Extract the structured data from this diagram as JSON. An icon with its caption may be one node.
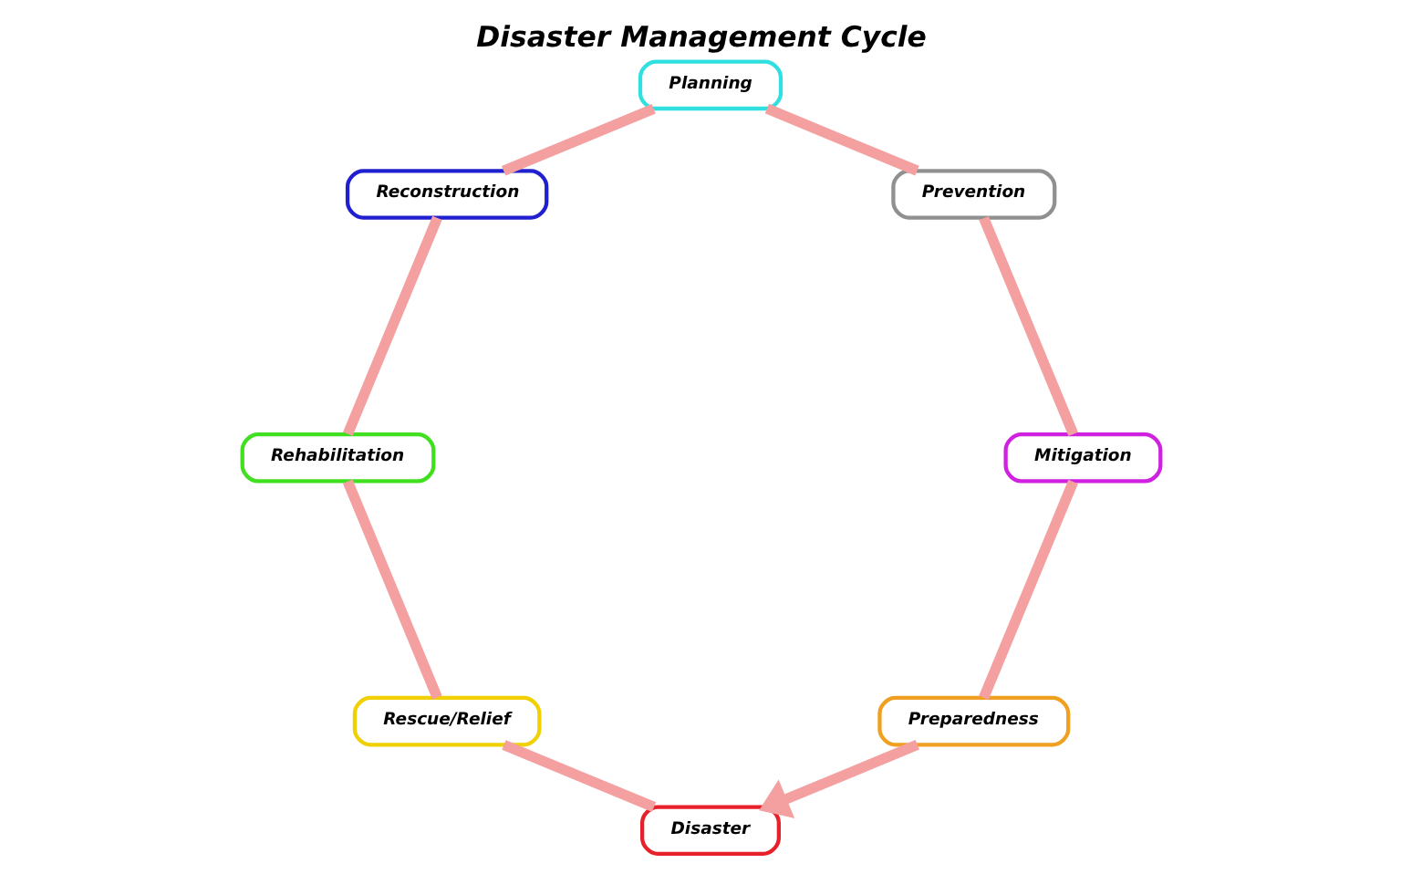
{
  "diagram": {
    "title": "Disaster Management Cycle",
    "nodes": [
      {
        "text": [
          "Preparedness"
        ]
      },
      {
        "text": [
          "Disaster"
        ]
      },
      {
        "text": [
          "Rescue/Relief"
        ]
      },
      {
        "text": [
          "Rehabilitation"
        ]
      },
      {
        "text": [
          "Reconstruction"
        ]
      },
      {
        "text": [
          "Planning"
        ]
      },
      {
        "text": [
          "Prevention"
        ]
      },
      {
        "text": [
          "Mitigation"
        ]
      }
    ],
    "edges": [
      {
        "from": 0,
        "to": 1,
        "arrow": "to"
      },
      {
        "from": 1,
        "to": 2,
        "arrow": "none"
      },
      {
        "from": 2,
        "to": 3,
        "arrow": "none"
      },
      {
        "from": 3,
        "to": 4,
        "arrow": "none"
      },
      {
        "from": 4,
        "to": 5,
        "arrow": "none"
      },
      {
        "from": 5,
        "to": 6,
        "arrow": "none"
      },
      {
        "from": 6,
        "to": 7,
        "arrow": "none"
      },
      {
        "from": 7,
        "to": 0,
        "arrow": "none"
      }
    ]
  }
}
